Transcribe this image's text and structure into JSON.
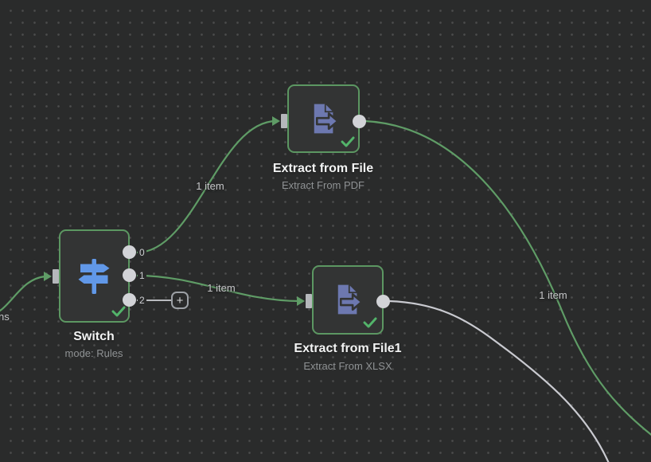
{
  "palette": {
    "canvas_bg": "#2a2b2b",
    "grid_dot": "#4b4c4c",
    "node_bg": "#333434",
    "node_border_green": "#5c9762",
    "wire_green": "#5f9c66",
    "wire_white": "#c9cad0",
    "port_fill": "#d2d3d7",
    "success_check_green": "#53b46a",
    "switch_icon_blue": "#6198e8",
    "extract_icon_slate": "#6d78b0"
  },
  "nodes": {
    "switch": {
      "title": "Switch",
      "subtitle": "mode: Rules",
      "outputs": [
        "0",
        "1",
        "2"
      ],
      "status": "success"
    },
    "extract_pdf": {
      "title": "Extract from File",
      "subtitle": "Extract From PDF",
      "status": "success"
    },
    "extract_xlsx": {
      "title": "Extract from File1",
      "subtitle": "Extract From XLSX",
      "status": "success"
    }
  },
  "connection_labels": {
    "switch_to_pdf": "1 item",
    "switch_to_xlsx": "1 item",
    "pdf_outgoing": "1 item",
    "incoming_fragment": "ns"
  },
  "controls": {
    "add_output": "+"
  }
}
